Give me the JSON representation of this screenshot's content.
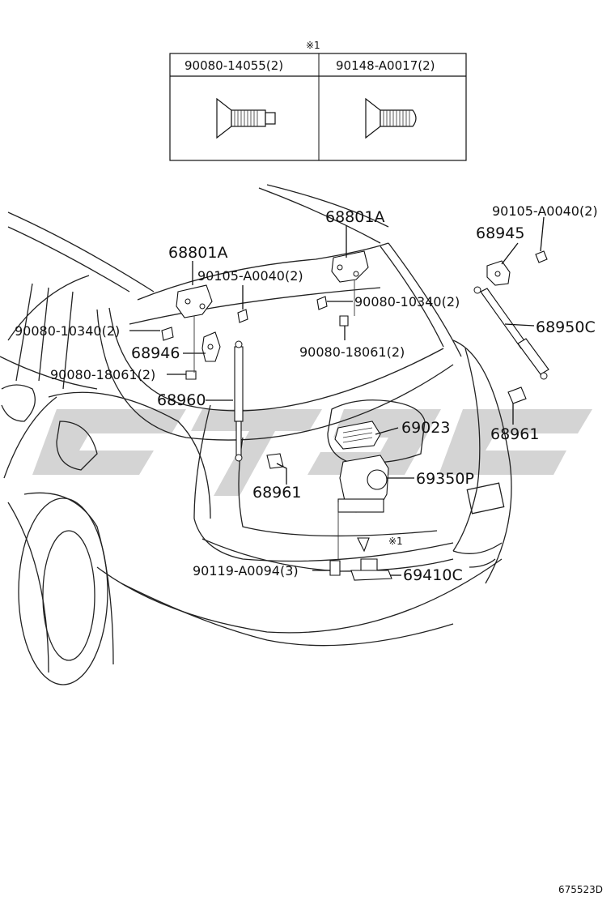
{
  "fastener_table": {
    "note_mark": "※1",
    "columns": [
      "90080-14055(2)",
      "90148-A0017(2)"
    ]
  },
  "watermark": "ctdc",
  "labels": {
    "hinge_right": "68801A",
    "hinge_left": "68801A",
    "bolt_hinge_left": "90105-A0040(2)",
    "bolt_top_right": "90105-A0040(2)",
    "bracket_right": "68945",
    "bolt_left_upper": "90080-10340(2)",
    "nut_right_hinge": "90080-10340(2)",
    "bracket_left": "68946",
    "stud_right": "90080-18061(2)",
    "stud_left": "90080-18061(2)",
    "damper_right": "68950C",
    "damper_left": "68960",
    "stud_ball_right": "68961",
    "stud_ball_left": "68961",
    "lamp_switch": "69023",
    "lock_assembly": "69350P",
    "screw_ref": "※1",
    "bolt_striker": "90119-A0094(3)",
    "striker": "69410C"
  },
  "diagram_code": "675523D"
}
